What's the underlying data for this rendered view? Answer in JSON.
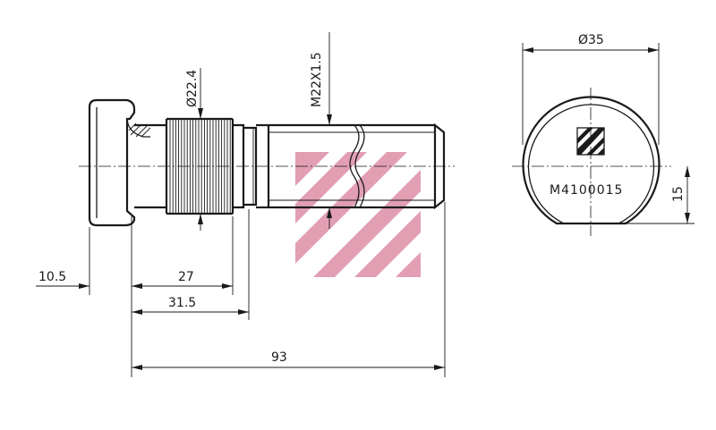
{
  "dimensions": {
    "d_35": "Ø35",
    "d_22_4": "Ø22.4",
    "thread": "M22X1.5",
    "len_10_5": "10.5",
    "len_27": "27",
    "len_31_5": "31.5",
    "len_93": "93",
    "flat_15": "15"
  },
  "part_number": "M4100015",
  "colors": {
    "line": "#1a1a1a",
    "watermark": "#d9809c"
  }
}
